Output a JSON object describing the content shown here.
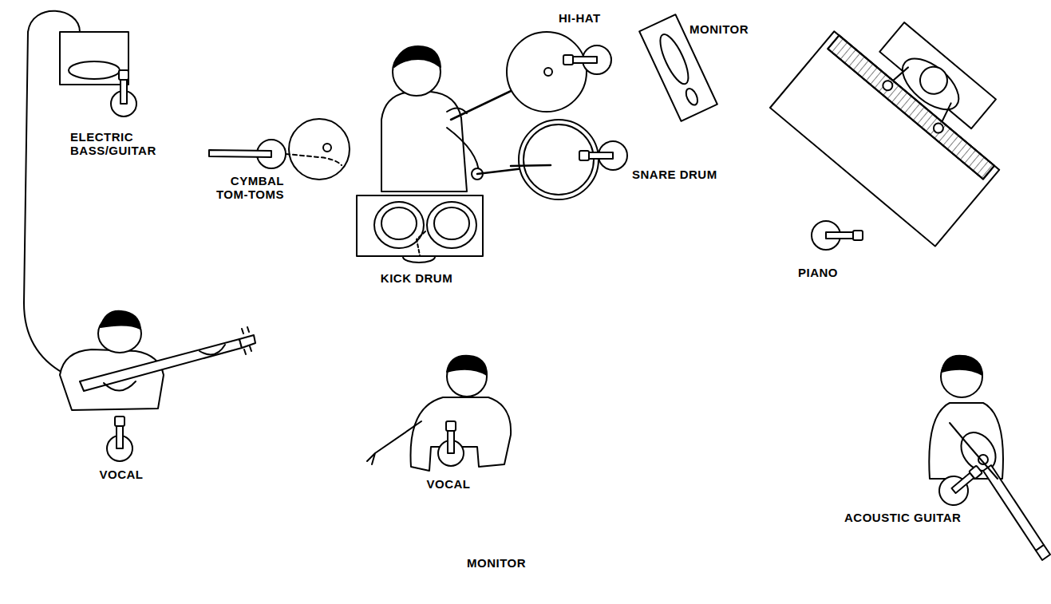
{
  "diagram": {
    "labels": [
      "ELECTRIC BASS/GUITAR",
      "CYMBAL TOM-TOMS",
      "HI-HAT",
      "MONITOR",
      "SNARE DRUM",
      "KICK DRUM",
      "PIANO",
      "VOCAL",
      "VOCAL",
      "ACOUSTIC GUITAR",
      "MONITOR"
    ]
  }
}
